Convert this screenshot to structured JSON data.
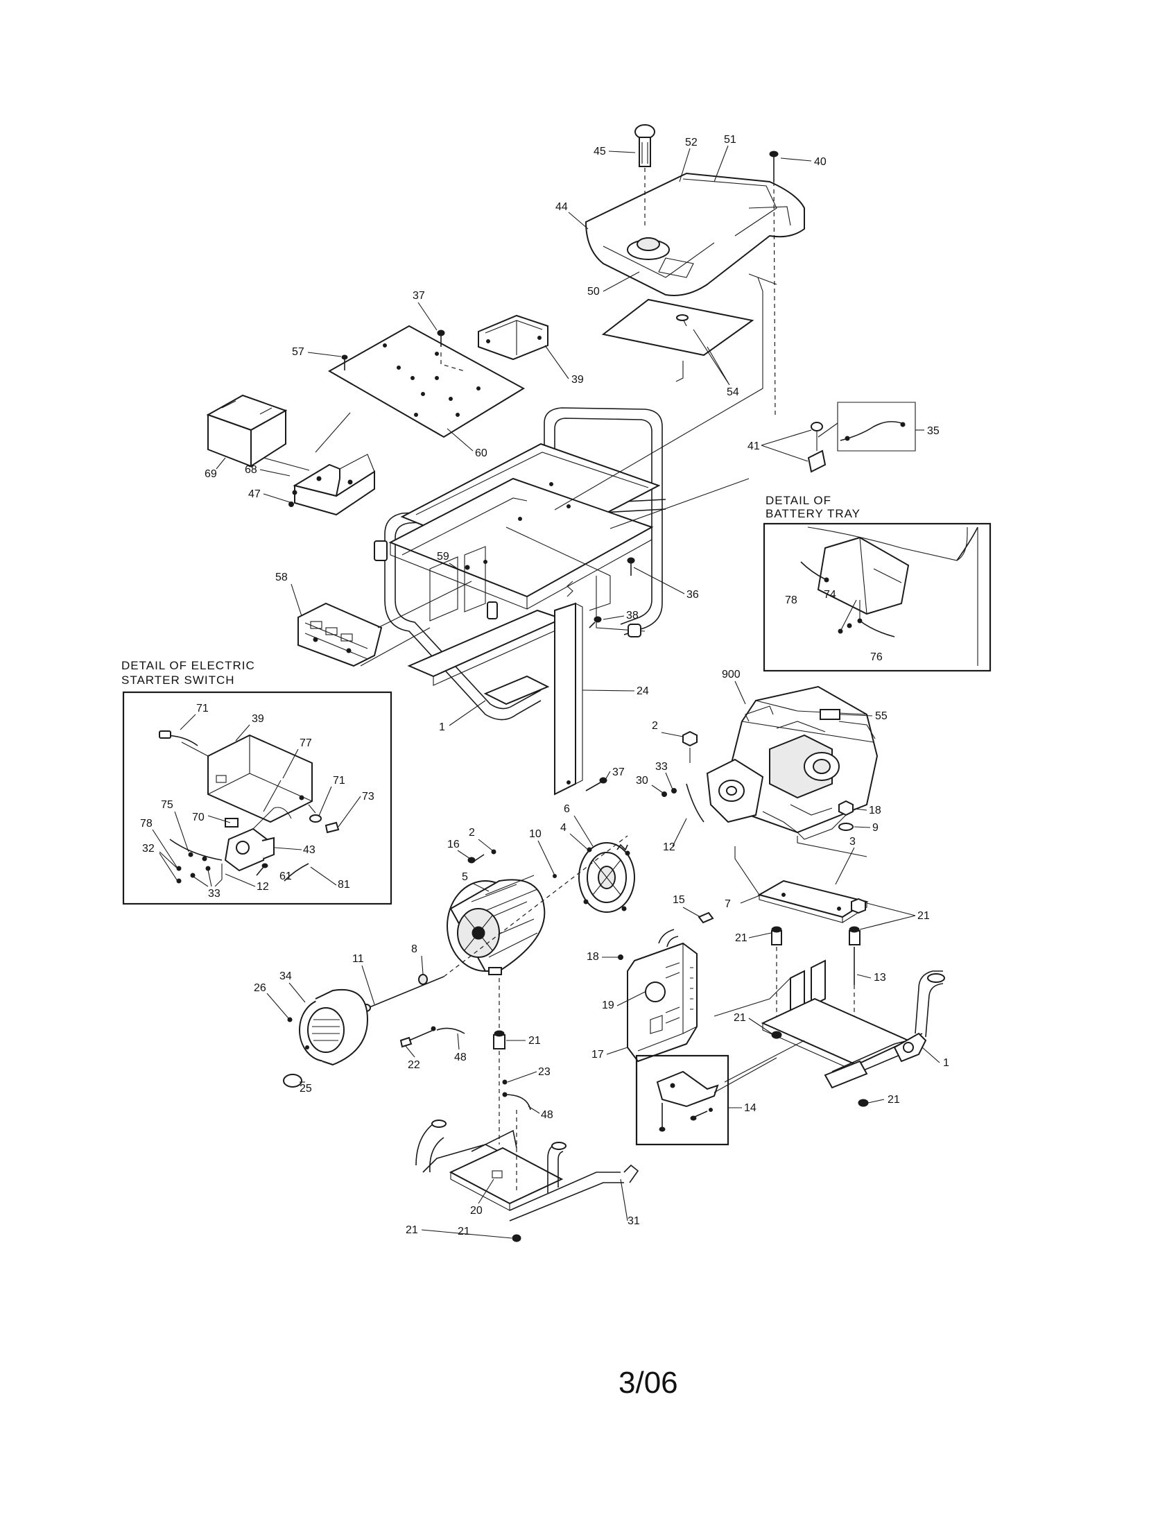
{
  "page_number": "3/06",
  "detail_battery_tray": {
    "title_line1": "DETAIL OF",
    "title_line2": "BATTERY TRAY",
    "labels": {
      "l78": "78",
      "l74": "74",
      "l76": "76"
    }
  },
  "detail_starter_switch": {
    "title_line1": "DETAIL OF ELECTRIC",
    "title_line2": "STARTER SWITCH",
    "labels": {
      "l71a": "71",
      "l39": "39",
      "l77": "77",
      "l71b": "71",
      "l73": "73",
      "l75": "75",
      "l70": "70",
      "l78": "78",
      "l43": "43",
      "l32": "32",
      "l61": "61",
      "l12": "12",
      "l33": "33",
      "l81": "81"
    }
  },
  "callouts": {
    "c45": "45",
    "c52": "52",
    "c51": "51",
    "c40": "40",
    "c44": "44",
    "c50": "50",
    "c54": "54",
    "c37a": "37",
    "c39": "39",
    "c57": "57",
    "c60": "60",
    "c69": "69",
    "c68": "68",
    "c47": "47",
    "c41": "41",
    "c35": "35",
    "c59": "59",
    "c58": "58",
    "c36": "36",
    "c38": "38",
    "c1a": "1",
    "c24": "24",
    "c37b": "37",
    "c900": "900",
    "c55": "55",
    "c2a": "2",
    "c33": "33",
    "c30": "30",
    "c18a": "18",
    "c9": "9",
    "c12": "12",
    "c3": "3",
    "c6": "6",
    "c4": "4",
    "c10": "10",
    "c16": "16",
    "c2b": "2",
    "c5": "5",
    "c7": "7",
    "c21a": "21",
    "c21b": "21",
    "c15": "15",
    "c18b": "18",
    "c13": "13",
    "c8": "8",
    "c11": "11",
    "c34": "34",
    "c26": "26",
    "c21c": "21",
    "c19": "19",
    "c1b": "1",
    "c21d": "21",
    "c17": "17",
    "c22": "22",
    "c48a": "48",
    "c21e": "21",
    "c25": "25",
    "c23": "23",
    "c48b": "48",
    "c14": "14",
    "c21f": "21",
    "c20": "20",
    "c21g": "21",
    "c31": "31"
  }
}
